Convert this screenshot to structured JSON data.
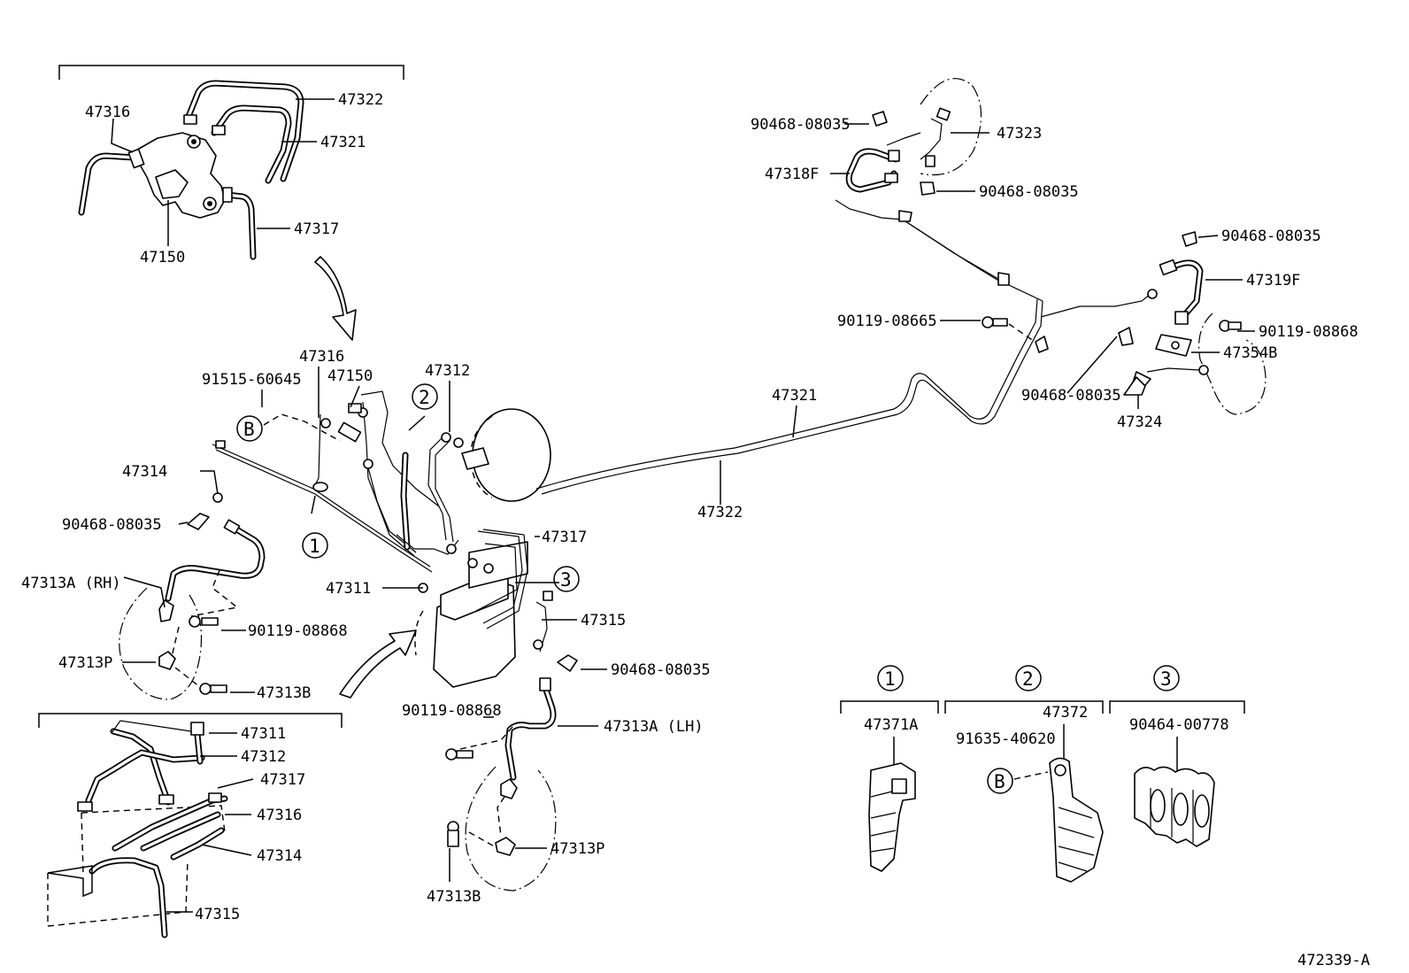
{
  "labels": {
    "top_inset": [
      "47316",
      "47322",
      "47321",
      "47317",
      "47150"
    ],
    "main_left": [
      "47316",
      "91515-60645",
      "47150",
      "47312",
      "47314",
      "90468-08035",
      "47313A (RH)",
      "90119-08868",
      "47313P",
      "47313B",
      "47311",
      "47317",
      "47315",
      "90468-08035"
    ],
    "main_center": [
      "47321",
      "47322"
    ],
    "lh_assembly": [
      "90119-08868",
      "47313A (LH)",
      "47313P",
      "47313B"
    ],
    "rear_top": [
      "90468-08035",
      "47323",
      "47318F",
      "90468-08035"
    ],
    "rear_right": [
      "90468-08035",
      "47319F",
      "90119-08665",
      "90119-08868",
      "47354B",
      "90468-08035",
      "47324"
    ],
    "bottom_inset": [
      "47311",
      "47312",
      "47317",
      "47316",
      "47314",
      "47315"
    ],
    "clamp_1": "47371A",
    "clamp_2": [
      "47372",
      "91635-40620"
    ],
    "clamp_3": "90464-00778"
  },
  "markers": {
    "one": "1",
    "two": "2",
    "three": "3",
    "b": "B"
  },
  "drawing_ref": "472339-A"
}
